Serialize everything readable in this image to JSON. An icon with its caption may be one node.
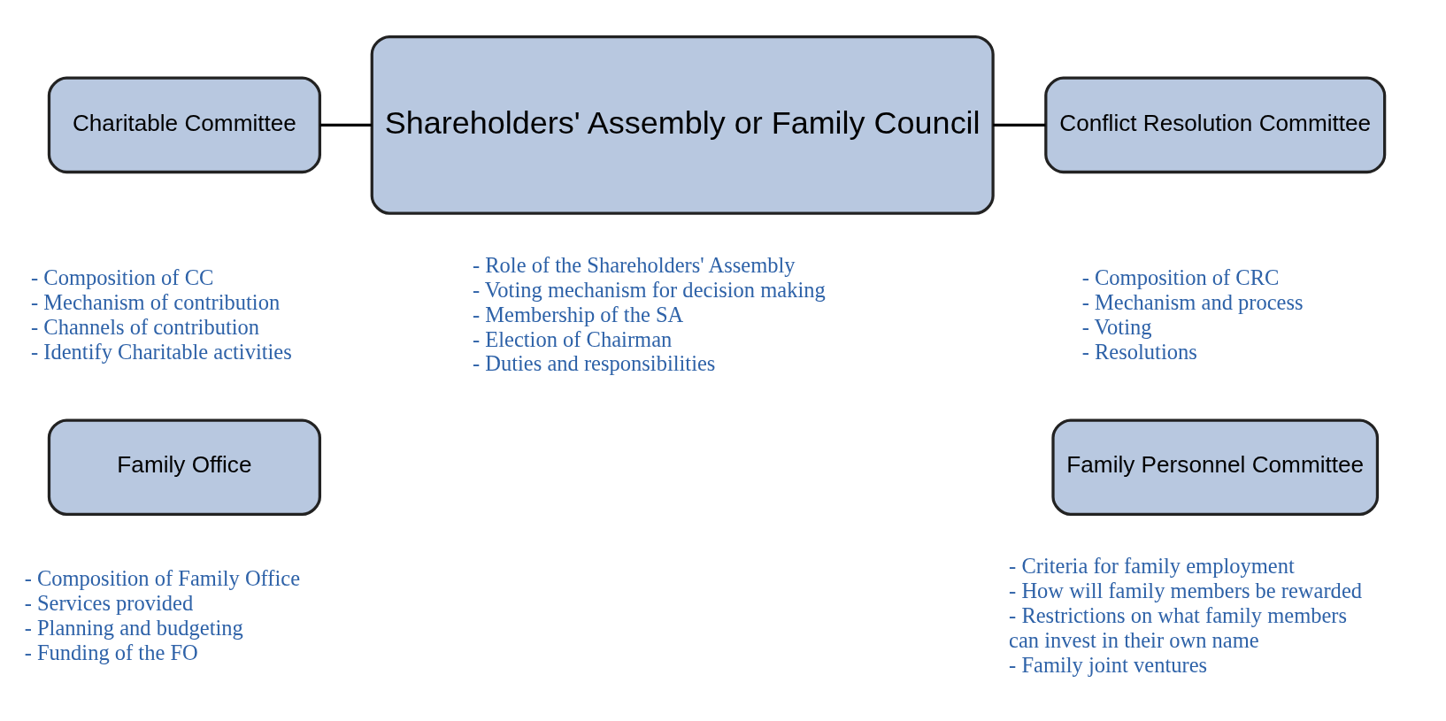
{
  "diagram": {
    "nodes": [
      {
        "text": [
          "Charitable Committee"
        ],
        "beside": [
          "- Composition of CC",
          "- Mechanism of contribution",
          "- Channels of contribution",
          "- Identify Charitable activities"
        ]
      },
      {
        "text": [
          "Shareholders' Assembly or Family Council"
        ],
        "beside": [
          "- Role of the Shareholders' Assembly",
          "- Voting mechanism for decision making",
          "- Membership of the SA",
          "- Election of Chairman",
          "- Duties and responsibilities"
        ]
      },
      {
        "text": [
          "Conflict Resolution Committee"
        ],
        "beside": [
          "- Composition of CRC",
          "- Mechanism and process",
          "- Voting",
          "- Resolutions"
        ]
      },
      {
        "text": [
          "Family Office"
        ],
        "beside": [
          "- Composition of Family Office",
          "- Services provided",
          "- Planning and budgeting",
          "- Funding of the FO"
        ]
      },
      {
        "text": [
          "Family Personnel Committee"
        ],
        "beside": [
          "- Criteria for family employment",
          "- How will family members be rewarded",
          "- Restrictions on what family members can invest in their own name",
          "- Family joint ventures"
        ]
      }
    ],
    "edges": [
      {
        "from": 0,
        "to": 1,
        "arrow": "none"
      },
      {
        "from": 1,
        "to": 2,
        "arrow": "none"
      }
    ]
  }
}
